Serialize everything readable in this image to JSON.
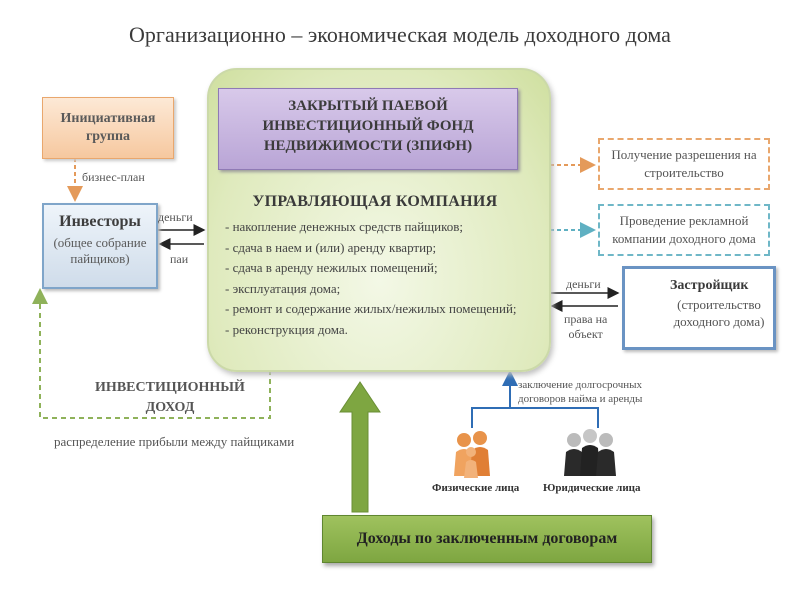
{
  "title": "Организационно – экономическая модель доходного дома",
  "initiative_group": {
    "line1": "Инициативная",
    "line2": "группа"
  },
  "business_plan": "бизнес-план",
  "investors": {
    "title": "Инвесторы",
    "line1": "(общее собрание",
    "line2": "пайщиков)"
  },
  "money_left": "деньги",
  "shares": "паи",
  "fund": {
    "line1": "ЗАКРЫТЫЙ ПАЕВОЙ",
    "line2": "ИНВЕСТИЦИОННЫЙ ФОНД",
    "line3": "НЕДВИЖИМОСТИ (ЗПИФН)"
  },
  "management": {
    "title": "УПРАВЛЯЮЩАЯ КОМПАНИЯ",
    "items": [
      "- накопление денежных средств пайщиков;",
      "- сдача в наем и (или) аренду квартир;",
      "- сдача в аренду нежилых помещений;",
      "- эксплуатация дома;",
      "- ремонт и содержание жилых/нежилых помещений;",
      "- реконструкция дома."
    ]
  },
  "permit": {
    "line1": "Получение разрешения на",
    "line2": "строительство"
  },
  "advertising": {
    "line1": "Проведение рекламной",
    "line2": "компании доходного дома"
  },
  "money_right": "деньги",
  "rights": {
    "line1": "права на",
    "line2": "объект"
  },
  "developer": {
    "title": "Застройщик",
    "line1": "(строительство",
    "line2": "доходного дома)"
  },
  "investment_income": {
    "line1": "ИНВЕСТИЦИОННЫЙ",
    "line2": "ДОХОД"
  },
  "profit_distribution": "распределение прибыли между пайщиками",
  "long_term_contracts": {
    "line1": "заключение долгосрочных",
    "line2": "договоров найма и аренды"
  },
  "individuals": "Физические лица",
  "legal_entities": "Юридические лица",
  "contract_income": "Доходы по заключенным договорам"
}
